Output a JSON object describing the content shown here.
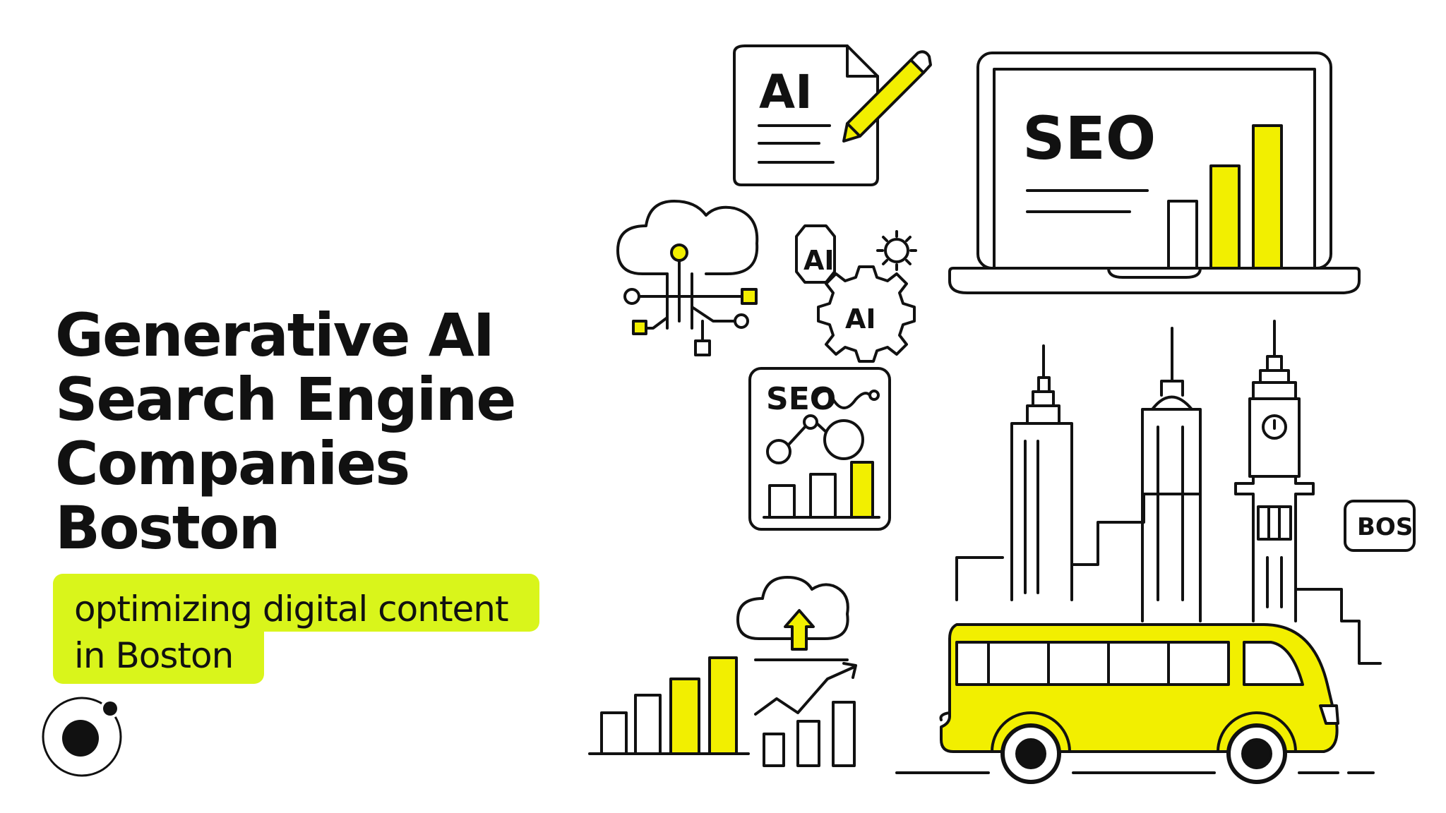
{
  "title": {
    "lines": [
      "Generative AI",
      "Search Engine",
      "Companies",
      "Boston"
    ]
  },
  "subtitle": {
    "lines": [
      "optimizing digital content",
      "in Boston"
    ]
  },
  "illustration": {
    "document_label": "AI",
    "laptop_label": "SEO",
    "gear_label_large": "AI",
    "gear_label_small": "AI",
    "seo_card_label": "SEO",
    "city_tag": "BOS"
  },
  "colors": {
    "accent": "#d9f51b",
    "icon_yellow": "#f2ef00",
    "ink": "#111111",
    "background": "#ffffff"
  },
  "icons": [
    "brand-logo-icon",
    "document-pencil-icon",
    "laptop-chart-icon",
    "cloud-network-icon",
    "ai-gears-icon",
    "seo-analytics-card-icon",
    "cloud-upload-icon",
    "growth-chart-icon",
    "city-skyline-icon",
    "bus-icon"
  ]
}
